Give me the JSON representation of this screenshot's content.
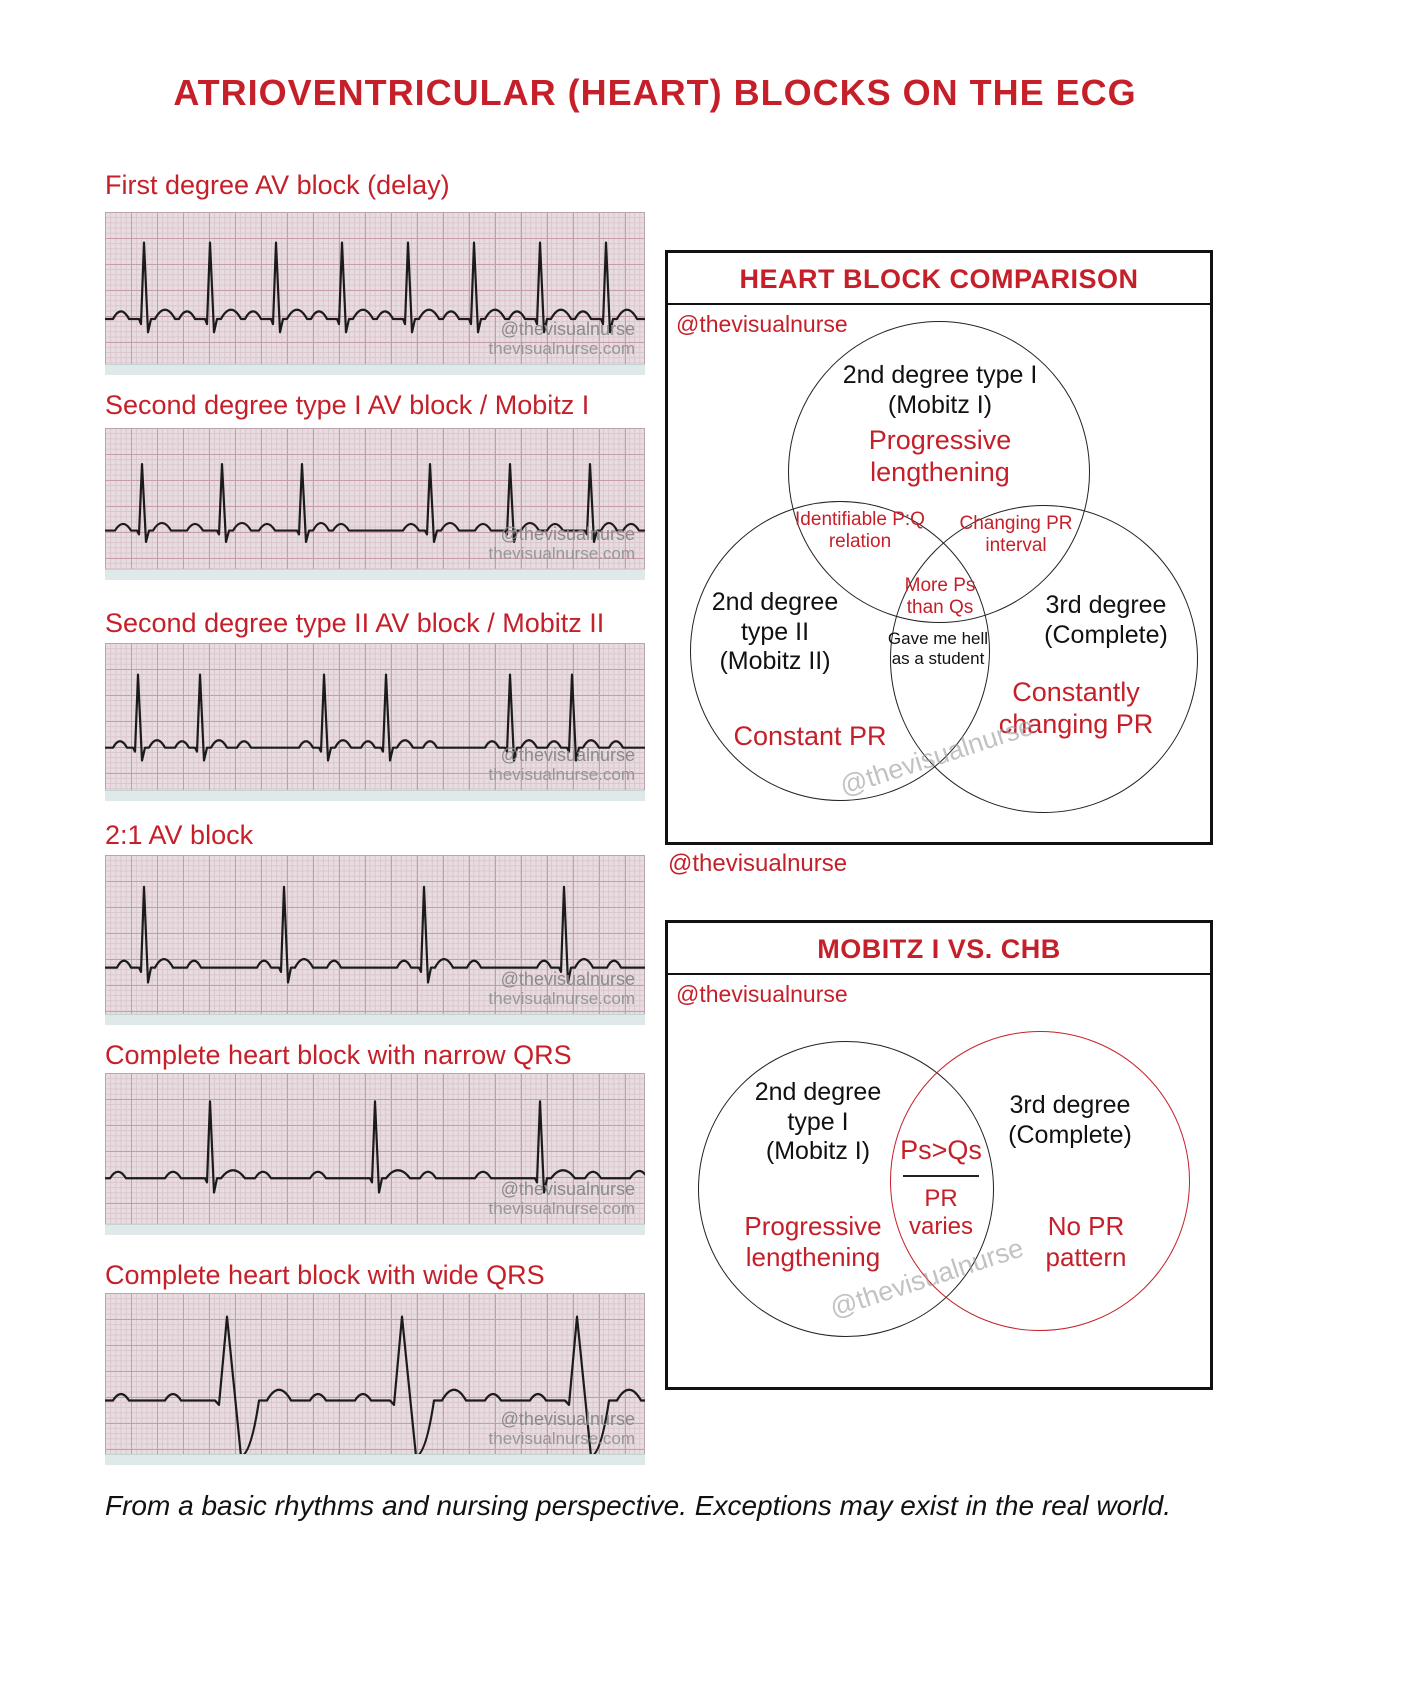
{
  "colors": {
    "accent": "#c5202a",
    "paper": "#e7dce0",
    "grid-minor": "#dcc6cd",
    "grid-major": "#c99cab",
    "trace": "#1b1b1b"
  },
  "title": "ATRIOVENTRICULAR (HEART) BLOCKS ON THE ECG",
  "watermark": {
    "line1": "@thevisualnurse",
    "line2": "thevisualnurse.com"
  },
  "strips": [
    {
      "label": "First degree AV block (delay)"
    },
    {
      "label": "Second degree type I AV block / Mobitz I"
    },
    {
      "label": "Second degree type II AV block / Mobitz II"
    },
    {
      "label": "2:1 AV block"
    },
    {
      "label": "Complete heart block with narrow QRS"
    },
    {
      "label": "Complete heart block with wide QRS"
    }
  ],
  "comparison": {
    "title": "HEART BLOCK COMPARISON",
    "handle": "@thevisualnurse",
    "top_circle_name": "2nd degree type I (Mobitz I)",
    "top_circle_feature": "Progressive lengthening",
    "left_circle_name": "2nd degree type II (Mobitz II)",
    "left_circle_feature": "Constant PR",
    "right_circle_name": "3rd degree (Complete)",
    "right_circle_feature": "Constantly changing PR",
    "overlap_top_left": "Identifiable P:Q relation",
    "overlap_top_right": "Changing PR interval",
    "overlap_bottom": "More Ps than Qs",
    "center": "Gave me hell as a student",
    "watermark": "@thevisualnurse"
  },
  "between_handle": "@thevisualnurse",
  "mobitz_vs_chb": {
    "title": "MOBITZ I  VS. CHB",
    "handle": "@thevisualnurse",
    "left_circle_name": "2nd degree type I (Mobitz I)",
    "left_circle_feature": "Progressive lengthening",
    "right_circle_name": "3rd degree (Complete)",
    "right_circle_feature": "No PR pattern",
    "overlap_top": "Ps>Qs",
    "overlap_bottom": "PR varies",
    "watermark": "@thevisualnurse"
  },
  "footer": "From a basic rhythms and nursing perspective. Exceptions may exist in the real world."
}
